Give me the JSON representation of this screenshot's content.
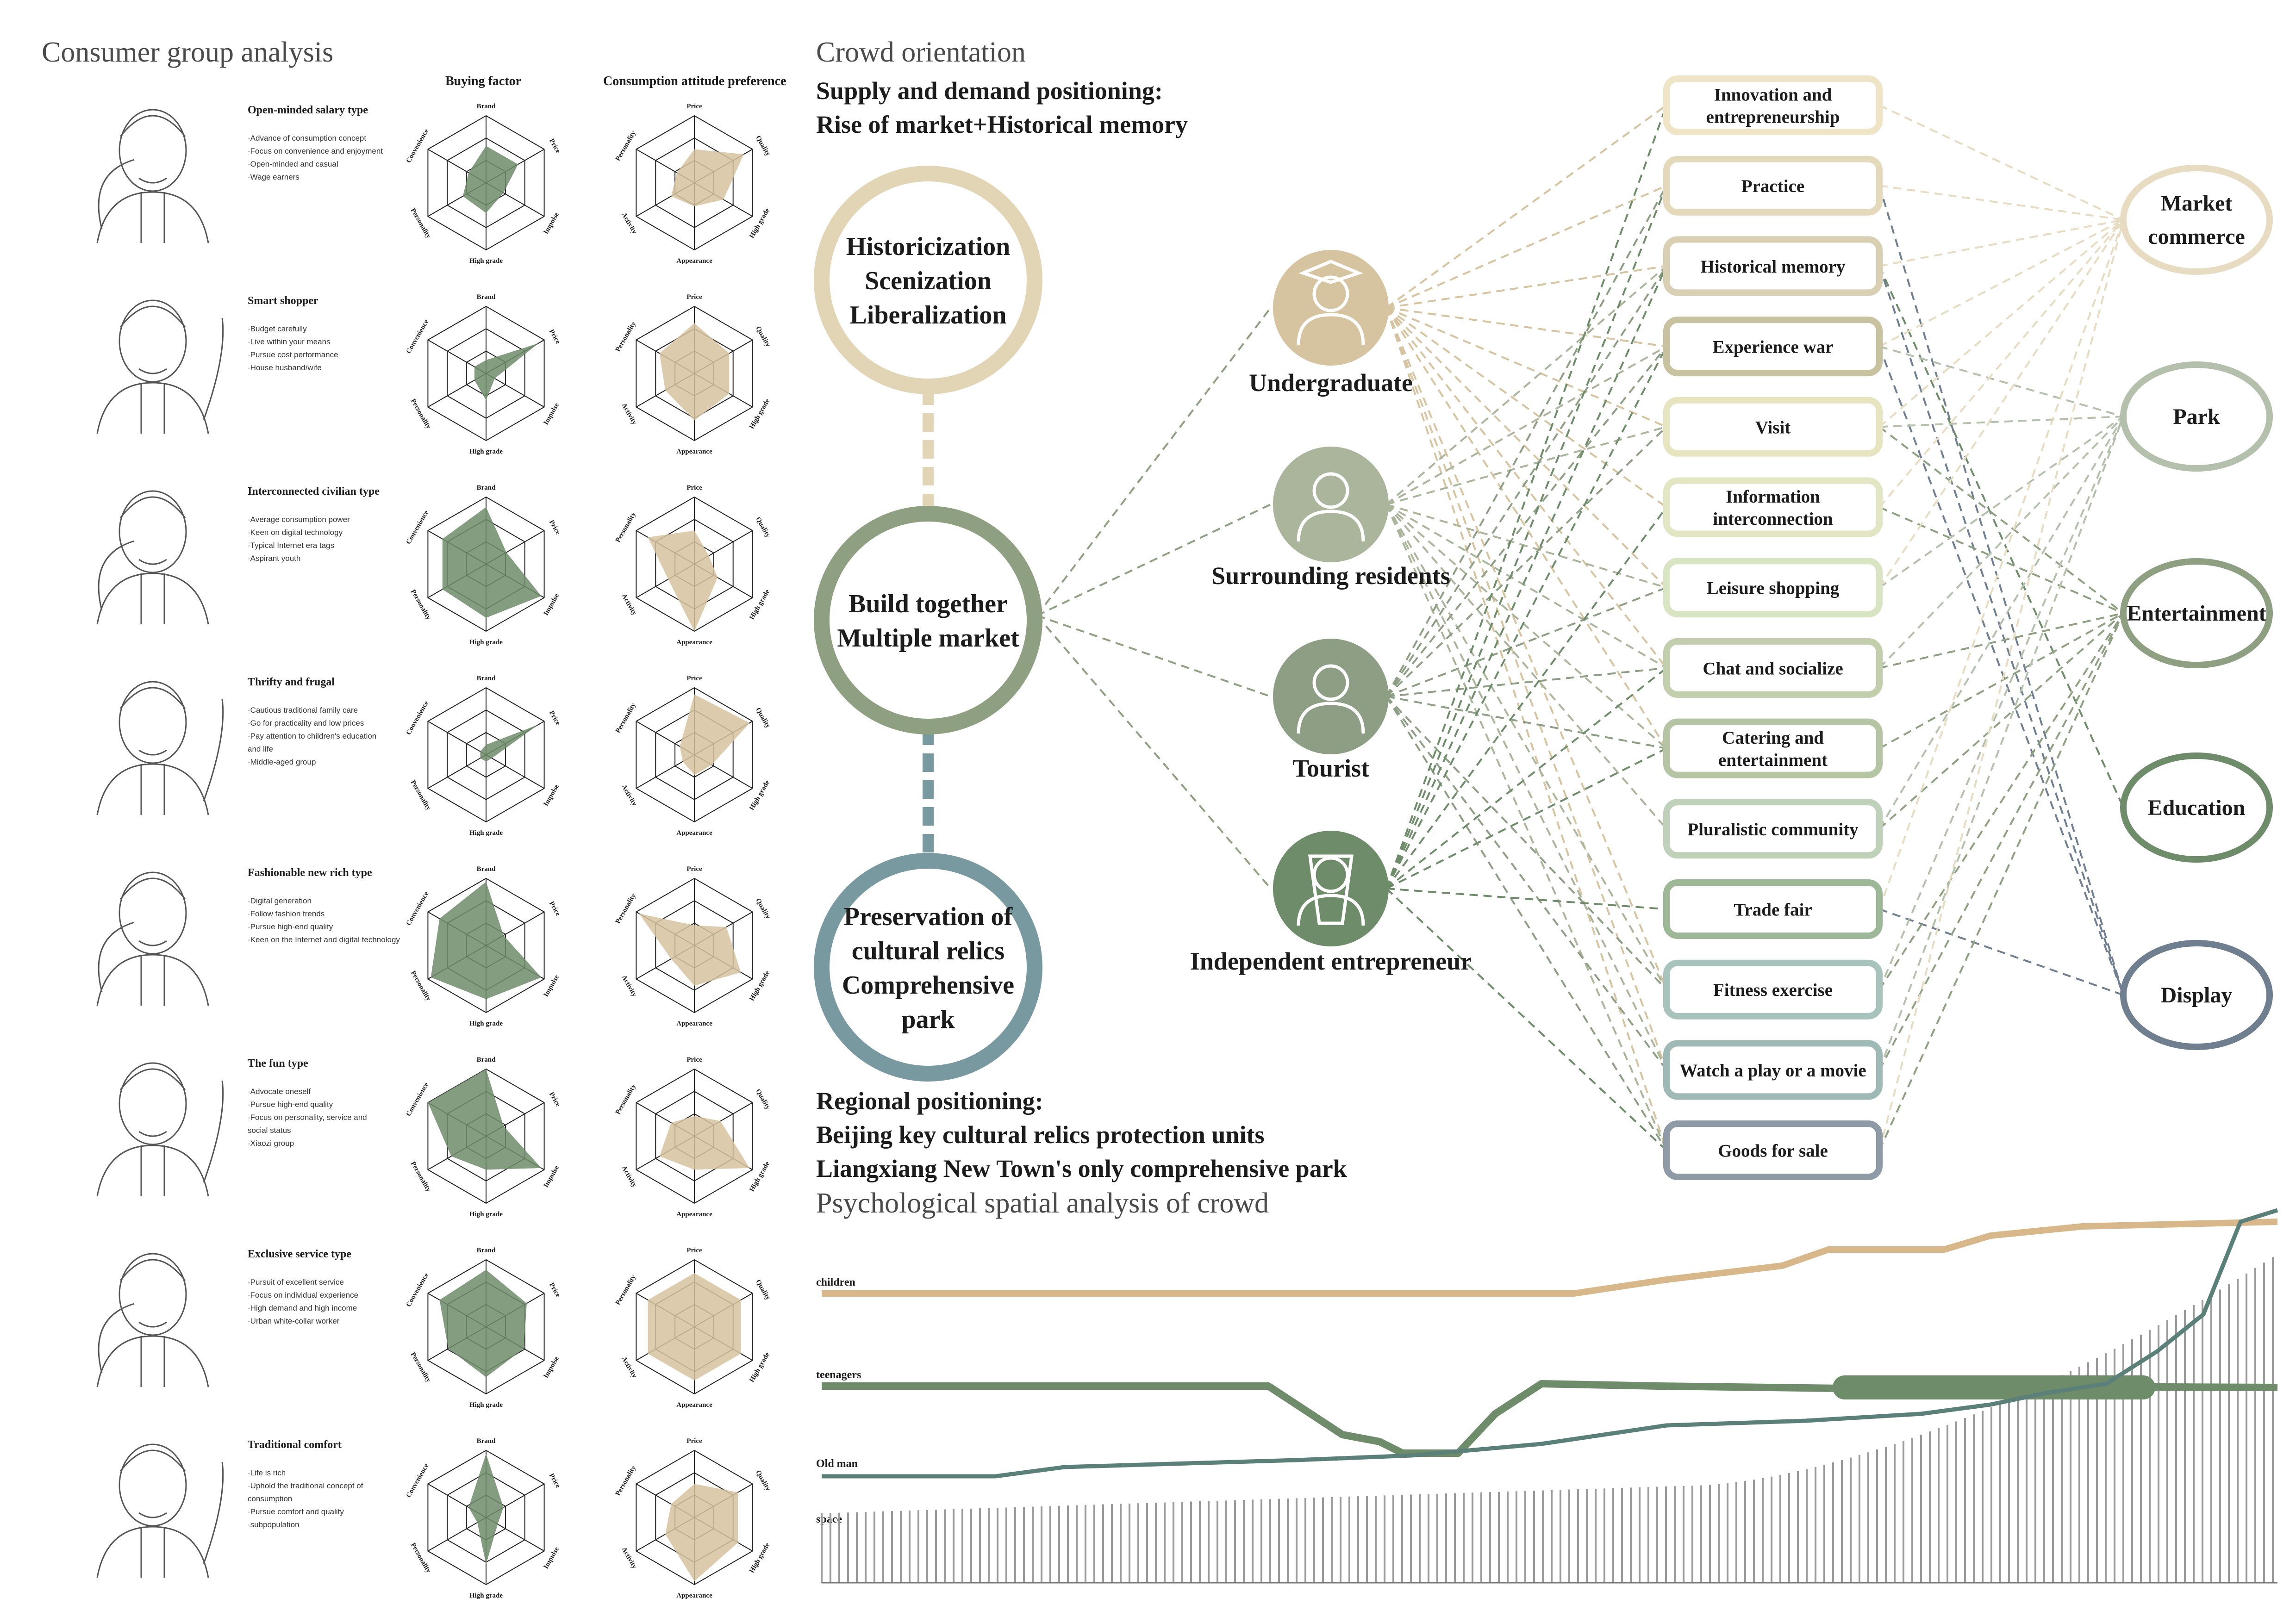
{
  "titles": {
    "consumer": "Consumer group analysis",
    "crowd": "Crowd orientation",
    "psych": "Psychological spatial analysis of crowd"
  },
  "columns": {
    "buying": "Buying factor",
    "attitude": "Consumption attitude preference"
  },
  "radar_axes": {
    "buying": [
      "Brand",
      "Price",
      "Impulse",
      "High grade",
      "Personality",
      "Convenience"
    ],
    "attitude": [
      "Price",
      "Quality",
      "High grade",
      "Appearance",
      "Activity",
      "Personality"
    ]
  },
  "personas": [
    {
      "type": "Open-minded salary type",
      "bullets": [
        "·Advance of consumption concept",
        "·Focus on convenience and enjoyment",
        "·Open-minded and casual",
        "·Wage earners"
      ],
      "buying": [
        0.55,
        0.55,
        0.3,
        0.45,
        0.4,
        0.3
      ],
      "attitude": [
        0.5,
        0.85,
        0.5,
        0.35,
        0.4,
        0.3
      ]
    },
    {
      "type": "Smart shopper",
      "bullets": [
        "·Budget carefully",
        "·Live within your means",
        "·Pursue cost performance",
        "·House husband/wife"
      ],
      "buying": [
        0.2,
        0.9,
        0.15,
        0.4,
        0.2,
        0.2
      ],
      "attitude": [
        0.75,
        0.6,
        0.6,
        0.7,
        0.5,
        0.6
      ]
    },
    {
      "type": "Interconnected civilian type",
      "bullets": [
        "·Average consumption power",
        "·Keen on digital technology",
        "·Typical Internet era tags",
        "·Aspirant youth"
      ],
      "buying": [
        0.85,
        0.35,
        0.95,
        0.8,
        0.75,
        0.75
      ],
      "attitude": [
        0.5,
        0.25,
        0.4,
        1.0,
        0.45,
        0.8
      ]
    },
    {
      "type": "Thrifty and frugal",
      "bullets": [
        "·Cautious traditional family care",
        "·Go for practicality and low prices",
        "·Pay attention to children's education",
        "and life",
        "·Middle-aged group"
      ],
      "buying": [
        0.15,
        0.9,
        0.1,
        0.1,
        0.1,
        0.1
      ],
      "attitude": [
        0.9,
        0.95,
        0.3,
        0.3,
        0.2,
        0.25
      ]
    },
    {
      "type": "Fashionable new rich type",
      "bullets": [
        "·Digital generation",
        "·Follow fashion trends",
        "·Pursue high-end quality",
        "·Keen on the Internet and digital technology"
      ],
      "buying": [
        0.95,
        0.3,
        0.95,
        0.8,
        0.95,
        0.8
      ],
      "attitude": [
        0.3,
        0.55,
        0.8,
        0.6,
        0.4,
        0.95
      ]
    },
    {
      "type": "The fun type",
      "bullets": [
        "·Advocate oneself",
        "·Pursue high-end quality",
        "·Focus on personality, service and",
        "social status",
        "·Xiaozi group"
      ],
      "buying": [
        1.0,
        0.3,
        0.95,
        0.5,
        0.6,
        1.0
      ],
      "attitude": [
        0.3,
        0.45,
        0.95,
        0.5,
        0.6,
        0.4
      ]
    },
    {
      "type": "Exclusive service type",
      "bullets": [
        "·Pursuit of excellent service",
        "·Focus on individual experience",
        "·High demand and high income",
        "·Urban white-collar worker"
      ],
      "buying": [
        0.85,
        0.7,
        0.65,
        0.75,
        0.65,
        0.8
      ],
      "attitude": [
        0.8,
        0.8,
        0.8,
        0.8,
        0.8,
        0.8
      ]
    },
    {
      "type": "Traditional comfort",
      "bullets": [
        "·Life is rich",
        "·Uphold the traditional concept of",
        "consumption",
        "·Pursue comfort and quality",
        "·subpopulation"
      ],
      "buying": [
        0.95,
        0.3,
        0.2,
        0.7,
        0.15,
        0.3
      ],
      "attitude": [
        0.5,
        0.75,
        0.75,
        0.95,
        0.5,
        0.4
      ]
    }
  ],
  "supply": {
    "line1": "Supply and demand positioning:",
    "line2": "Rise of market+Historical memory"
  },
  "circles": [
    {
      "lines": [
        "Historicization",
        "Scenization",
        "Liberalization"
      ],
      "color": "#e2d5b5"
    },
    {
      "lines": [
        "Build together",
        "Multiple market"
      ],
      "color": "#8fa082"
    },
    {
      "lines": [
        "Preservation of",
        "cultural relics",
        "Comprehensive",
        "park"
      ],
      "color": "#77999f"
    }
  ],
  "regional": {
    "line1": "Regional positioning:",
    "line2": "Beijing key cultural relics protection units",
    "line3": "Liangxiang New Town's only comprehensive park"
  },
  "groups": [
    {
      "label": "Undergraduate",
      "icon": "graduate-icon",
      "color": "#d6c4a0"
    },
    {
      "label": "Surrounding residents",
      "icon": "resident-icon",
      "color": "#aab59c"
    },
    {
      "label": "Tourist",
      "icon": "tourist-icon",
      "color": "#8e9e85"
    },
    {
      "label": "Independent entrepreneur",
      "icon": "entrepreneur-icon",
      "color": "#6e8c6a"
    }
  ],
  "activities": [
    {
      "label": "Innovation and entrepreneurship",
      "lines": [
        "Innovation and",
        "entrepreneurship"
      ],
      "color": "#f0e4c6"
    },
    {
      "label": "Practice",
      "lines": [
        "Practice"
      ],
      "color": "#e5d9bc"
    },
    {
      "label": "Historical memory",
      "lines": [
        "Historical memory"
      ],
      "color": "#d9cfb3"
    },
    {
      "label": "Experience war",
      "lines": [
        "Experience war"
      ],
      "color": "#c9c2a0"
    },
    {
      "label": "Visit",
      "lines": [
        "Visit"
      ],
      "color": "#e7e5c0"
    },
    {
      "label": "Information interconnection",
      "lines": [
        "Information",
        "interconnection"
      ],
      "color": "#e3e6c2"
    },
    {
      "label": "Leisure shopping",
      "lines": [
        "Leisure shopping"
      ],
      "color": "#d9e4c2"
    },
    {
      "label": "Chat and socialize",
      "lines": [
        "Chat and socialize"
      ],
      "color": "#c3cfac"
    },
    {
      "label": "Catering and entertainment",
      "lines": [
        "Catering and",
        "entertainment"
      ],
      "color": "#b5c5a3"
    },
    {
      "label": "Pluralistic community",
      "lines": [
        "Pluralistic community"
      ],
      "color": "#bfd1b8"
    },
    {
      "label": "Trade fair",
      "lines": [
        "Trade fair"
      ],
      "color": "#9db896"
    },
    {
      "label": "Fitness exercise",
      "lines": [
        "Fitness exercise"
      ],
      "color": "#a8c2bc"
    },
    {
      "label": "Watch a play or a movie",
      "lines": [
        "Watch a play or a movie"
      ],
      "color": "#9fb9b6"
    },
    {
      "label": "Goods for sale",
      "lines": [
        "Goods for sale"
      ],
      "color": "#8e9aa6"
    }
  ],
  "targets": [
    {
      "label": "Market commerce",
      "lines": [
        "Market",
        "commerce"
      ],
      "color": "#e7dcc2"
    },
    {
      "label": "Park",
      "lines": [
        "Park"
      ],
      "color": "#b4c0ab"
    },
    {
      "label": "Entertainment",
      "lines": [
        "Entertainment"
      ],
      "color": "#8fa082"
    },
    {
      "label": "Education",
      "lines": [
        "Education"
      ],
      "color": "#6e8c6a"
    },
    {
      "label": "Display",
      "lines": [
        "Display"
      ],
      "color": "#6f7f8f"
    }
  ],
  "links_group_activity": [
    [
      0,
      0
    ],
    [
      0,
      1
    ],
    [
      0,
      2
    ],
    [
      0,
      3
    ],
    [
      0,
      4
    ],
    [
      0,
      5
    ],
    [
      0,
      6
    ],
    [
      0,
      7
    ],
    [
      0,
      8
    ],
    [
      0,
      11
    ],
    [
      0,
      12
    ],
    [
      0,
      13
    ],
    [
      1,
      2
    ],
    [
      1,
      3
    ],
    [
      1,
      4
    ],
    [
      1,
      6
    ],
    [
      1,
      7
    ],
    [
      1,
      8
    ],
    [
      1,
      9
    ],
    [
      1,
      11
    ],
    [
      1,
      12
    ],
    [
      1,
      13
    ],
    [
      2,
      1
    ],
    [
      2,
      2
    ],
    [
      2,
      3
    ],
    [
      2,
      4
    ],
    [
      2,
      6
    ],
    [
      2,
      7
    ],
    [
      2,
      8
    ],
    [
      2,
      11
    ],
    [
      2,
      12
    ],
    [
      2,
      13
    ],
    [
      3,
      0
    ],
    [
      3,
      1
    ],
    [
      3,
      2
    ],
    [
      3,
      3
    ],
    [
      3,
      5
    ],
    [
      3,
      7
    ],
    [
      3,
      8
    ],
    [
      3,
      10
    ],
    [
      3,
      13
    ]
  ],
  "links_activity_target": [
    [
      0,
      0
    ],
    [
      1,
      0
    ],
    [
      1,
      4
    ],
    [
      2,
      0
    ],
    [
      2,
      3
    ],
    [
      2,
      4
    ],
    [
      3,
      0
    ],
    [
      3,
      1
    ],
    [
      3,
      4
    ],
    [
      4,
      0
    ],
    [
      4,
      1
    ],
    [
      4,
      2
    ],
    [
      5,
      0
    ],
    [
      5,
      2
    ],
    [
      6,
      0
    ],
    [
      6,
      1
    ],
    [
      7,
      1
    ],
    [
      7,
      2
    ],
    [
      8,
      2
    ],
    [
      9,
      1
    ],
    [
      9,
      2
    ],
    [
      10,
      0
    ],
    [
      10,
      4
    ],
    [
      11,
      1
    ],
    [
      11,
      2
    ],
    [
      12,
      1
    ],
    [
      12,
      2
    ],
    [
      13,
      0
    ],
    [
      13,
      2
    ]
  ],
  "psych_rows": [
    {
      "label": "children",
      "color": "#d8b88a"
    },
    {
      "label": "teenagers",
      "color": "#6e8c6a"
    },
    {
      "label": "Old man",
      "color": "#5b7f79"
    },
    {
      "label": "space",
      "color": "#9a9a9a"
    }
  ]
}
